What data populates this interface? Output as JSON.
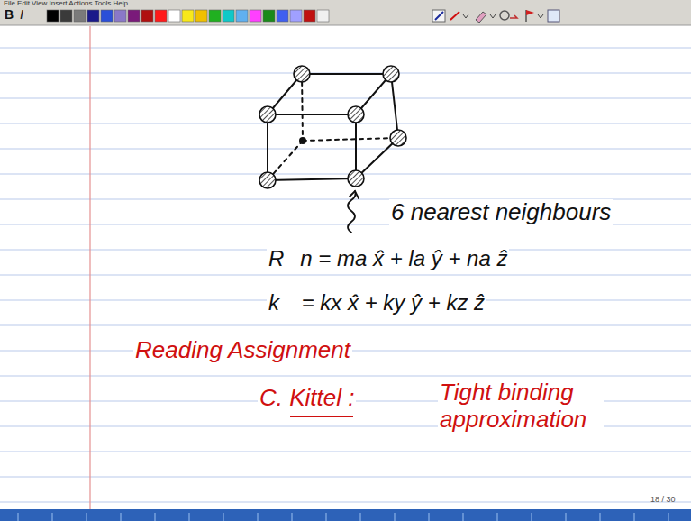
{
  "diagram": {
    "labels": [
      "File Edit View Insert Actions Tools Help",
      "B",
      "I",
      "6 nearest neighbours",
      "R⃗n = ma x̂ + la ŷ + na ẑ",
      "k⃗ = kx x̂ + ky ŷ + kz ẑ",
      "Reading Assignment",
      "C. Kittel :",
      "Tight binding approximation",
      "18 / 30"
    ]
  }
}
